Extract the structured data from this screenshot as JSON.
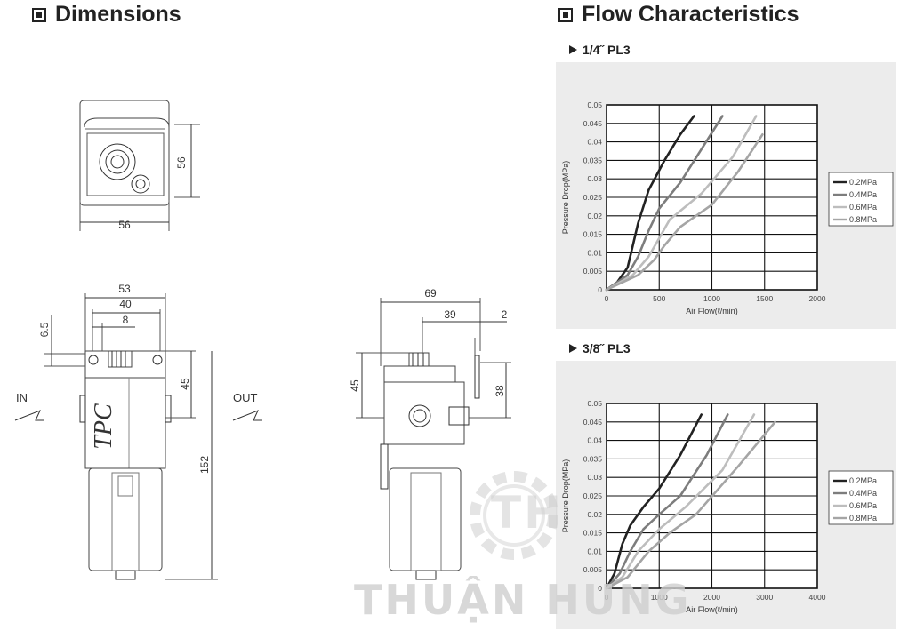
{
  "dimensions": {
    "title": "Dimensions",
    "top_view": {
      "width": "56",
      "height": "56"
    },
    "front_view": {
      "dim_53": "53",
      "dim_40": "40",
      "dim_8": "8",
      "dim_6_5": "6.5",
      "dim_45": "45",
      "dim_152": "152",
      "in_label": "IN",
      "out_label": "OUT",
      "body_logo": "TPC"
    },
    "side_view": {
      "dim_69": "69",
      "dim_39": "39",
      "dim_2": "2",
      "dim_45": "45",
      "dim_38": "38"
    }
  },
  "flow": {
    "title": "Flow Characteristics"
  },
  "chart_data": [
    {
      "type": "line",
      "title": "1/4˝ PL3",
      "xlabel": "Air Flow(ℓ/min)",
      "ylabel": "Pressure Drop(MPa)",
      "xlim": [
        0,
        2000
      ],
      "ylim": [
        0,
        0.05
      ],
      "xticks": [
        "0",
        "500",
        "1000",
        "1500",
        "2000"
      ],
      "yticks": [
        "0",
        "0.005",
        "0.01",
        "0.015",
        "0.02",
        "0.025",
        "0.03",
        "0.035",
        "0.04",
        "0.045",
        "0.05"
      ],
      "grid": true,
      "legend": "right",
      "series": [
        {
          "name": "0.2MPa",
          "color": "#222222",
          "points": [
            [
              0,
              0
            ],
            [
              100,
              0.002
            ],
            [
              200,
              0.006
            ],
            [
              250,
              0.012
            ],
            [
              300,
              0.018
            ],
            [
              400,
              0.027
            ],
            [
              550,
              0.035
            ],
            [
              700,
              0.042
            ],
            [
              830,
              0.047
            ]
          ]
        },
        {
          "name": "0.4MPa",
          "color": "#7d7d7d",
          "points": [
            [
              0,
              0
            ],
            [
              200,
              0.004
            ],
            [
              300,
              0.009
            ],
            [
              400,
              0.016
            ],
            [
              500,
              0.022
            ],
            [
              700,
              0.029
            ],
            [
              900,
              0.038
            ],
            [
              1100,
              0.047
            ]
          ]
        },
        {
          "name": "0.6MPa",
          "color": "#bdbdbd",
          "points": [
            [
              0,
              0
            ],
            [
              250,
              0.004
            ],
            [
              400,
              0.009
            ],
            [
              500,
              0.014
            ],
            [
              600,
              0.019
            ],
            [
              900,
              0.026
            ],
            [
              1200,
              0.036
            ],
            [
              1420,
              0.047
            ]
          ]
        },
        {
          "name": "0.8MPa",
          "color": "#a5a5a5",
          "points": [
            [
              0,
              0
            ],
            [
              300,
              0.004
            ],
            [
              450,
              0.008
            ],
            [
              550,
              0.012
            ],
            [
              700,
              0.017
            ],
            [
              1000,
              0.023
            ],
            [
              1250,
              0.032
            ],
            [
              1480,
              0.042
            ]
          ]
        }
      ]
    },
    {
      "type": "line",
      "title": "3/8˝ PL3",
      "xlabel": "Air Flow(ℓ/min)",
      "ylabel": "Pressure Drop(MPa)",
      "xlim": [
        0,
        4000
      ],
      "ylim": [
        0,
        0.05
      ],
      "xticks": [
        "0",
        "1000",
        "2000",
        "3000",
        "4000"
      ],
      "yticks": [
        "0",
        "0.005",
        "0.01",
        "0.015",
        "0.02",
        "0.025",
        "0.03",
        "0.035",
        "0.04",
        "0.045",
        "0.05"
      ],
      "grid": true,
      "legend": "right",
      "series": [
        {
          "name": "0.2MPa",
          "color": "#222222",
          "points": [
            [
              0,
              0
            ],
            [
              150,
              0.004
            ],
            [
              300,
              0.012
            ],
            [
              450,
              0.017
            ],
            [
              700,
              0.022
            ],
            [
              1000,
              0.027
            ],
            [
              1400,
              0.036
            ],
            [
              1800,
              0.047
            ]
          ]
        },
        {
          "name": "0.4MPa",
          "color": "#7d7d7d",
          "points": [
            [
              0,
              0
            ],
            [
              250,
              0.004
            ],
            [
              450,
              0.01
            ],
            [
              700,
              0.016
            ],
            [
              1000,
              0.02
            ],
            [
              1400,
              0.025
            ],
            [
              1900,
              0.036
            ],
            [
              2300,
              0.047
            ]
          ]
        },
        {
          "name": "0.6MPa",
          "color": "#bdbdbd",
          "points": [
            [
              0,
              0
            ],
            [
              300,
              0.003
            ],
            [
              600,
              0.01
            ],
            [
              1000,
              0.016
            ],
            [
              1500,
              0.022
            ],
            [
              2200,
              0.032
            ],
            [
              2800,
              0.047
            ]
          ]
        },
        {
          "name": "0.8MPa",
          "color": "#a5a5a5",
          "points": [
            [
              0,
              0
            ],
            [
              400,
              0.003
            ],
            [
              800,
              0.01
            ],
            [
              1200,
              0.015
            ],
            [
              1700,
              0.02
            ],
            [
              2500,
              0.033
            ],
            [
              3200,
              0.045
            ]
          ]
        }
      ]
    }
  ],
  "watermark": {
    "brand": "THUẬN HUNG",
    "logo_letters": "TH"
  }
}
